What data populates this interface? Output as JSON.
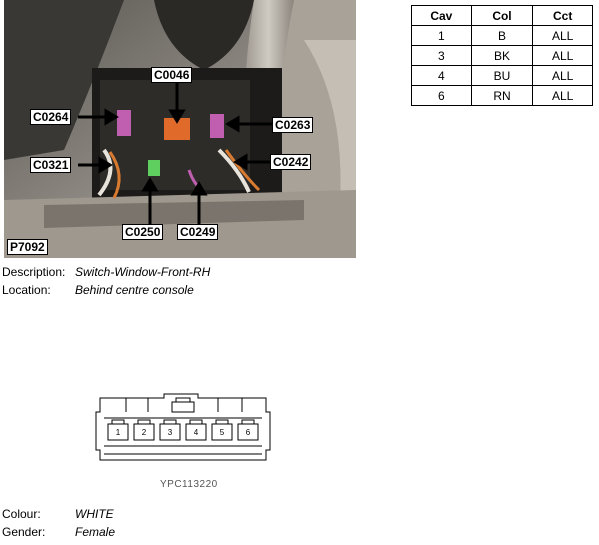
{
  "photo": {
    "id_label": "P7092",
    "callouts": [
      "C0264",
      "C0046",
      "C0263",
      "C0321",
      "C0242",
      "C0250",
      "C0249"
    ]
  },
  "table": {
    "headers": [
      "Cav",
      "Col",
      "Cct"
    ],
    "rows": [
      [
        "1",
        "B",
        "ALL"
      ],
      [
        "3",
        "BK",
        "ALL"
      ],
      [
        "4",
        "BU",
        "ALL"
      ],
      [
        "6",
        "RN",
        "ALL"
      ]
    ]
  },
  "info": {
    "description_label": "Description:",
    "description_value": "Switch-Window-Front-RH",
    "location_label": "Location:",
    "location_value": "Behind centre console",
    "colour_label": "Colour:",
    "colour_value": "WHITE",
    "gender_label": "Gender:",
    "gender_value": "Female"
  },
  "connector": {
    "reference": "YPC113220",
    "pins": [
      "1",
      "2",
      "3",
      "4",
      "5",
      "6"
    ]
  },
  "colors": {
    "connector_pink": "#c05fb0",
    "connector_orange": "#e06a2a",
    "connector_green": "#5fd05f"
  }
}
